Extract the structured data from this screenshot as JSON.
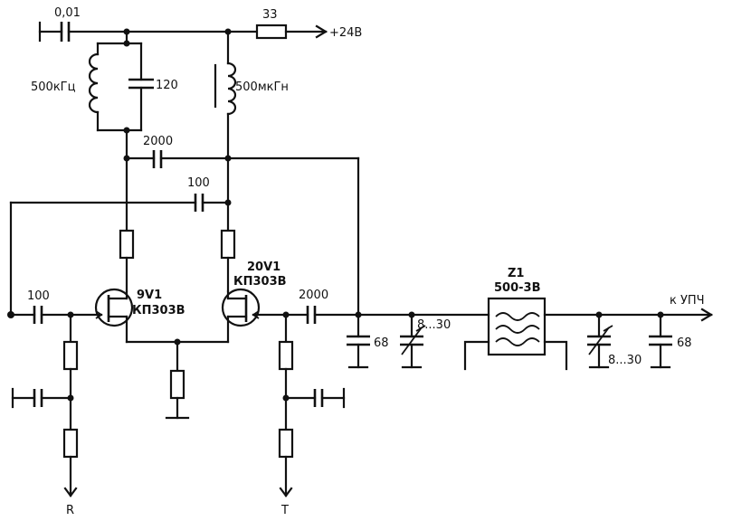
{
  "labels": {
    "c_top": "0,01",
    "r_top": "33",
    "supply": "+24В",
    "l_tank": "500кГц",
    "c_tank": "120",
    "l_choke": "500мкГн",
    "c_2000_top": "2000",
    "c_100_fb": "100",
    "c_100_in": "100",
    "vt1_ref": "9V1",
    "vt1_type": "КП303В",
    "vt2_ref": "20V1",
    "vt2_type": "КП303В",
    "c_2000_out": "2000",
    "c_68_left": "68",
    "c_trim_left": "8...30",
    "z1_ref": "Z1",
    "z1_type": "500-3В",
    "out_label": "к УПЧ",
    "c_trim_right": "8...30",
    "c_68_right": "68",
    "term_r": "R",
    "term_t": "T"
  }
}
